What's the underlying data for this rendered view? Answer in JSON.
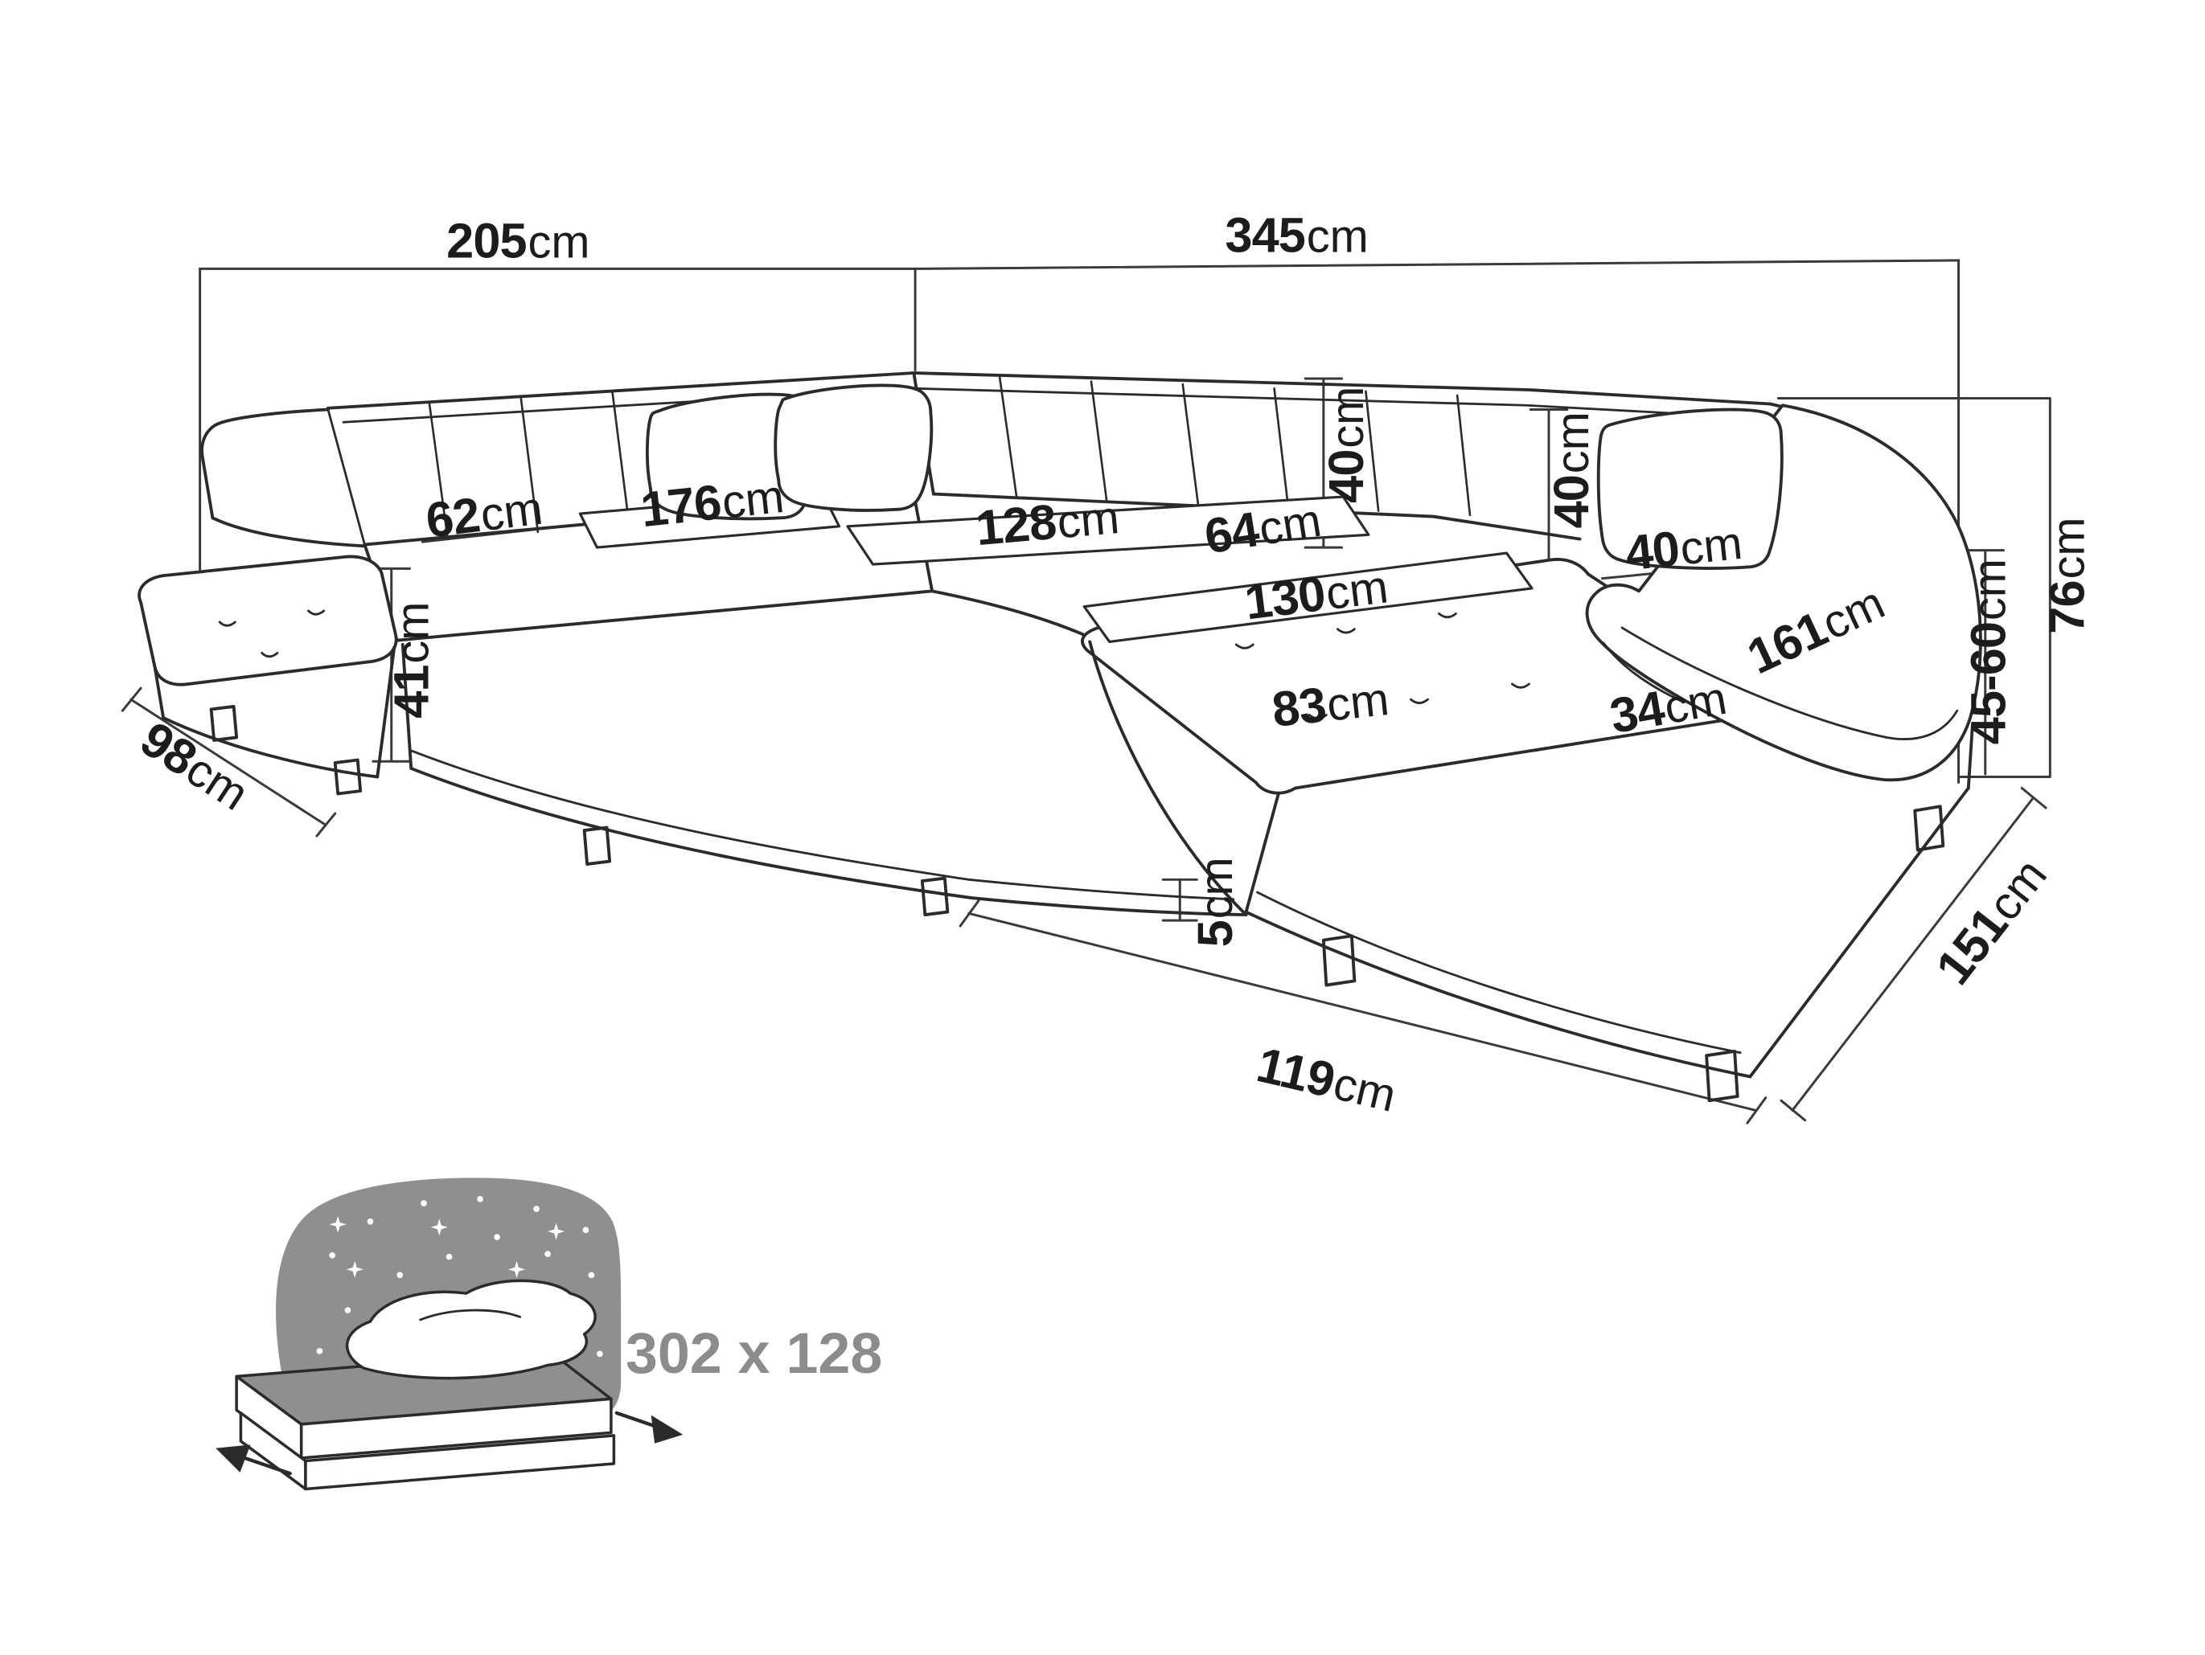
{
  "figure": {
    "kind": "corner-sofa-dimension-diagram"
  },
  "dims": {
    "width_left": {
      "value": "205",
      "unit": "cm"
    },
    "width_right": {
      "value": "345",
      "unit": "cm"
    },
    "seat_depth_left": {
      "value": "62",
      "unit": "cm"
    },
    "seat_width_left": {
      "value": "176",
      "unit": "cm"
    },
    "seat_width_back": {
      "value": "128",
      "unit": "cm"
    },
    "seat_corner": {
      "value": "64",
      "unit": "cm"
    },
    "back_height_corner": {
      "value": "40",
      "unit": "cm"
    },
    "back_height_right": {
      "value": "40",
      "unit": "cm"
    },
    "pillow_width": {
      "value": "40",
      "unit": "cm"
    },
    "seat_height_left": {
      "value": "41",
      "unit": "cm"
    },
    "depth_left": {
      "value": "98",
      "unit": "cm"
    },
    "chaise_width": {
      "value": "130",
      "unit": "cm"
    },
    "chaise_seat_front": {
      "value": "83",
      "unit": "cm"
    },
    "armrest_width": {
      "value": "34",
      "unit": "cm"
    },
    "armrest_length": {
      "value": "161",
      "unit": "cm"
    },
    "total_height": {
      "value": "76",
      "unit": "cm"
    },
    "seat_height_range": {
      "value": "45-60",
      "unit": "cm"
    },
    "depth_right": {
      "value": "151",
      "unit": "cm"
    },
    "base_height": {
      "value": "5",
      "unit": "cm"
    },
    "front_width": {
      "value": "119",
      "unit": "cm"
    },
    "sleeping_area": {
      "value": "302 x 128",
      "unit": ""
    }
  },
  "colors": {
    "line": "#2b2b2b",
    "dim_line": "#3a3a3a",
    "icon_gray": "#8f8f8f",
    "label_gray": "#8c8c8c"
  }
}
